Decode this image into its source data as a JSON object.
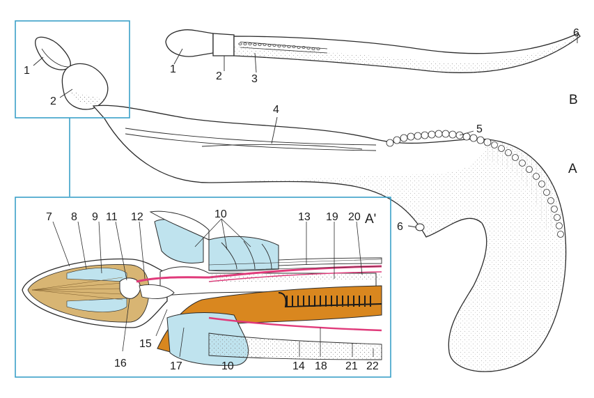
{
  "palette": {
    "outline": "#2a2a2a",
    "box": "#3aa0c8",
    "body_fill": "#ffffff",
    "coelom": "#bfe3ee",
    "tissue": "#d8b573",
    "gut": "#d9871f",
    "vessel": "#e03a7a",
    "stipple": "#8a8a8a"
  },
  "labels": {
    "l1a": "1",
    "l2a": "2",
    "l1b": "1",
    "l2b": "2",
    "l3b": "3",
    "l6b": "6",
    "B": "B",
    "l4": "4",
    "l5": "5",
    "A": "A",
    "l6a": "6",
    "l7": "7",
    "l8": "8",
    "l9": "9",
    "l11": "11",
    "l12": "12",
    "l10top": "10",
    "l13": "13",
    "l19": "19",
    "l20": "20",
    "Aprime": "A'",
    "l16": "16",
    "l15": "15",
    "l17": "17",
    "l10bot": "10",
    "l14": "14",
    "l18": "18",
    "l21": "21",
    "l22": "22"
  }
}
